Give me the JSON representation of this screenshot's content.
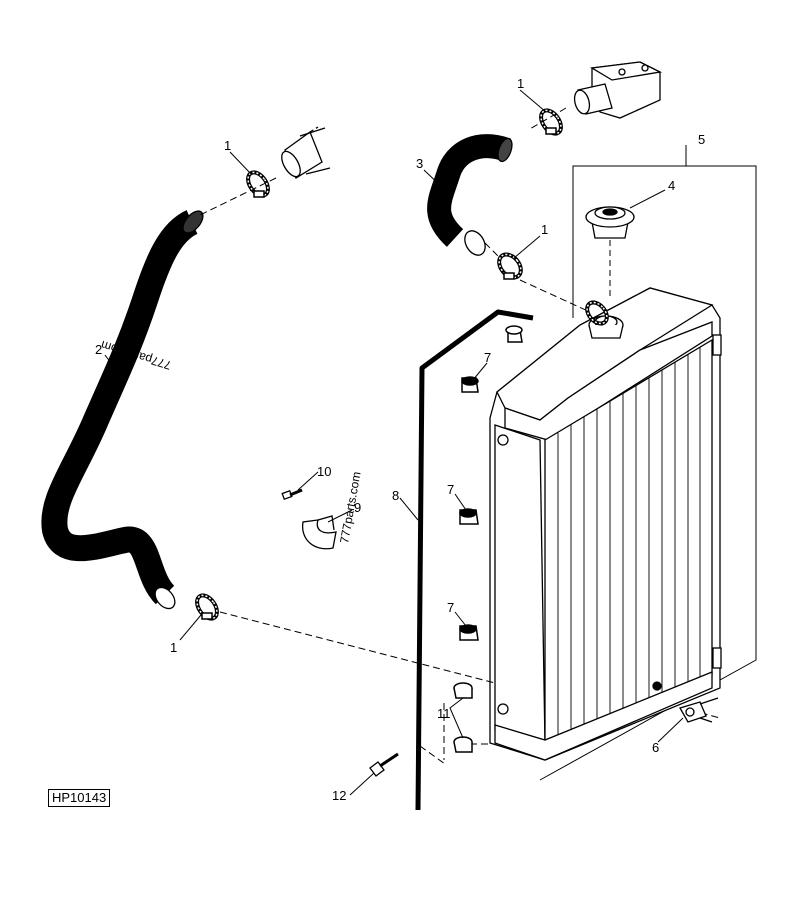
{
  "figure_id": "HP10143",
  "watermark": "777parts.com",
  "callouts": {
    "c1a": "1",
    "c1b": "1",
    "c1c": "1",
    "c1d": "1",
    "c2": "2",
    "c3": "3",
    "c4": "4",
    "c5": "5",
    "c6": "6",
    "c7a": "7",
    "c7b": "7",
    "c7c": "7",
    "c8": "8",
    "c9": "9",
    "c10": "10",
    "c11": "11",
    "c12": "12"
  },
  "colors": {
    "ink": "#000000",
    "paper": "#ffffff",
    "hose": "#000000"
  }
}
